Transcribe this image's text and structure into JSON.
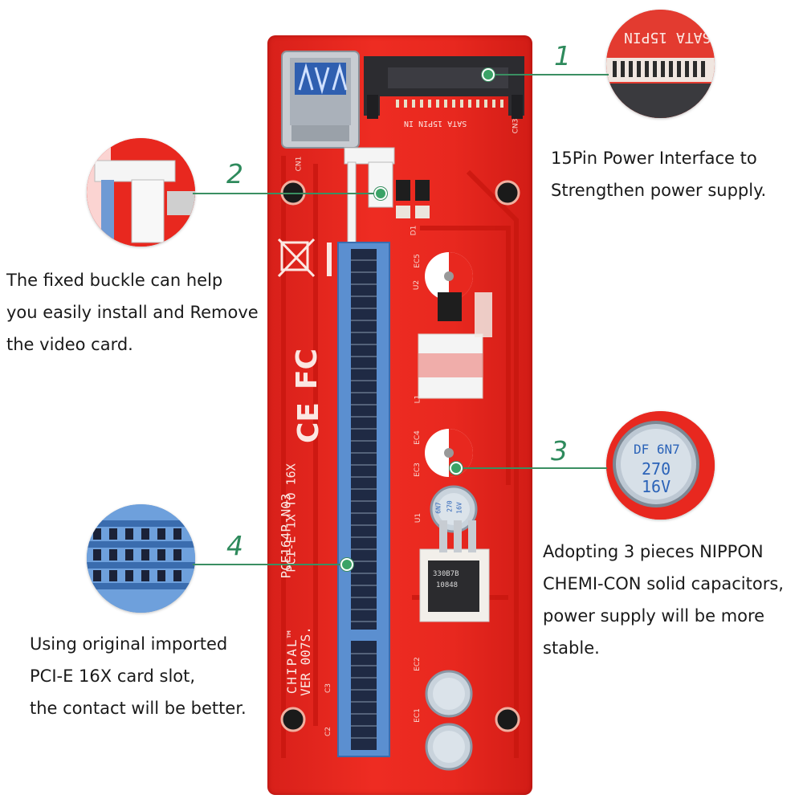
{
  "callouts": [
    {
      "number": "1",
      "lines": [
        "15Pin Power Interface to",
        "Strengthen power supply."
      ]
    },
    {
      "number": "2",
      "lines": [
        "The fixed buckle can help",
        "you easily install and Remove",
        "the video card."
      ]
    },
    {
      "number": "3",
      "lines": [
        "Adopting 3 pieces NIPPON",
        "CHEMI-CON solid capacitors,",
        "power supply will be more",
        "stable."
      ]
    },
    {
      "number": "4",
      "lines": [
        "Using original imported",
        "PCI-E 16X card slot,",
        "the contact will be better."
      ]
    }
  ],
  "zoom_labels": {
    "sata": "SATA 15PIN",
    "capacitor_top": "DF 6N7",
    "capacitor_value": "270",
    "capacitor_voltage": "16V"
  },
  "board": {
    "sata_label": "SATA 15PIN IN",
    "model_line1": "PCI-E 1X TO 16X",
    "model_line2": "PCE164P-N03",
    "brand_line1": "CHIPAL™",
    "brand_line2": "VER 007S.",
    "fc_mark": "FC",
    "ce_mark": "CE",
    "chip_label": "330B7B",
    "chip_label2": "10848",
    "cap_value": "270",
    "cap_voltage": "16V",
    "cap_code": "6N7",
    "silk": {
      "cn1": "CN1",
      "cn3": "CN3",
      "ec5": "EC5",
      "ec4": "EC4",
      "ec3": "EC3",
      "ec2": "EC2",
      "ec1": "EC1",
      "u1": "U1",
      "u2": "U2",
      "l1": "L1",
      "d1": "D1",
      "c2": "C2",
      "c3": "C3"
    }
  },
  "colors": {
    "accent": "#3a8f62",
    "board_red": "#e8281f",
    "slot_blue": "#5b8fd0"
  }
}
